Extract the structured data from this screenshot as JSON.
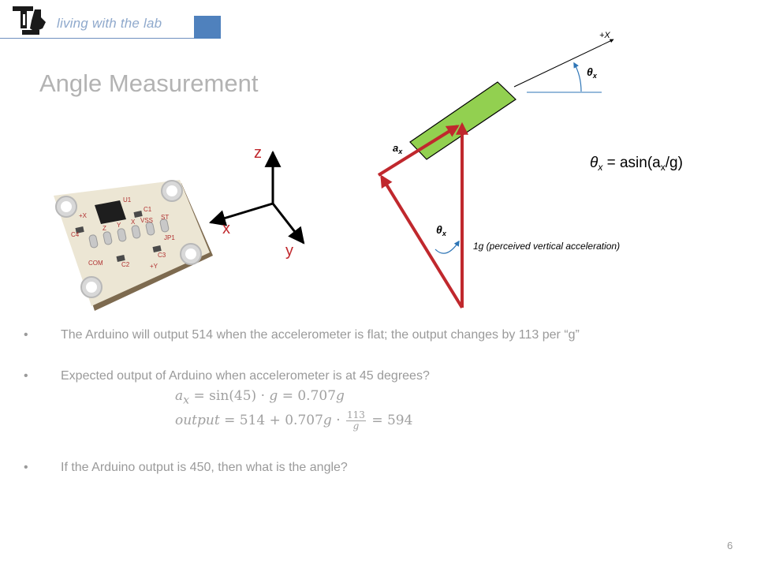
{
  "header": {
    "tagline": "living with the lab",
    "accent_color": "#4f81bd"
  },
  "slide": {
    "title": "Angle Measurement",
    "page_number": "6"
  },
  "axes": {
    "z_label": "z",
    "x_label": "x",
    "y_label": "y"
  },
  "vector_diagram": {
    "plus_x_label": "+X",
    "theta_symbol": "θ",
    "theta_subscript": "x",
    "ax_symbol": "a",
    "ax_subscript": "x",
    "gravity_label": "1g (perceived vertical acceleration)",
    "formula_lhs": "θ",
    "formula_lhs_sub": "x",
    "formula_rhs": " = asin(a",
    "formula_rhs_sub": "x",
    "formula_rhs_end": "/g)",
    "red_color": "#c0282d",
    "green_color": "#8fd14f",
    "blue_color": "#2e75b6"
  },
  "bullets": [
    {
      "marker": "•",
      "text": "The Arduino will output 514 when the accelerometer is flat; the output changes by 113 per “g”"
    },
    {
      "marker": "•",
      "text": "Expected output of Arduino when accelerometer is at 45 degrees?"
    },
    {
      "marker": "•",
      "text": "If the Arduino output is 450, then what is the angle?"
    }
  ],
  "equations": {
    "eq1": "a_x = sin(45) · g = 0.707g",
    "eq1_lhs": "a",
    "eq1_lhs_sub": "x",
    "eq1_rhs_a": " = sin(45) · ",
    "eq1_rhs_g": "g",
    "eq1_rhs_b": " = 0.707",
    "eq1_rhs_g2": "g",
    "eq2_lhs": "output",
    "eq2_a": " = 514 + 0.707",
    "eq2_g": "g",
    "eq2_dot": " · ",
    "eq2_frac_num": "113",
    "eq2_frac_den": "g",
    "eq2_result": " = 594"
  },
  "board": {
    "labels": [
      "U1",
      "C1",
      "C4",
      "Z",
      "Y",
      "X",
      "VSS",
      "ST",
      "JP1",
      "COM",
      "C2",
      "C3",
      "+Y",
      "+X"
    ]
  }
}
